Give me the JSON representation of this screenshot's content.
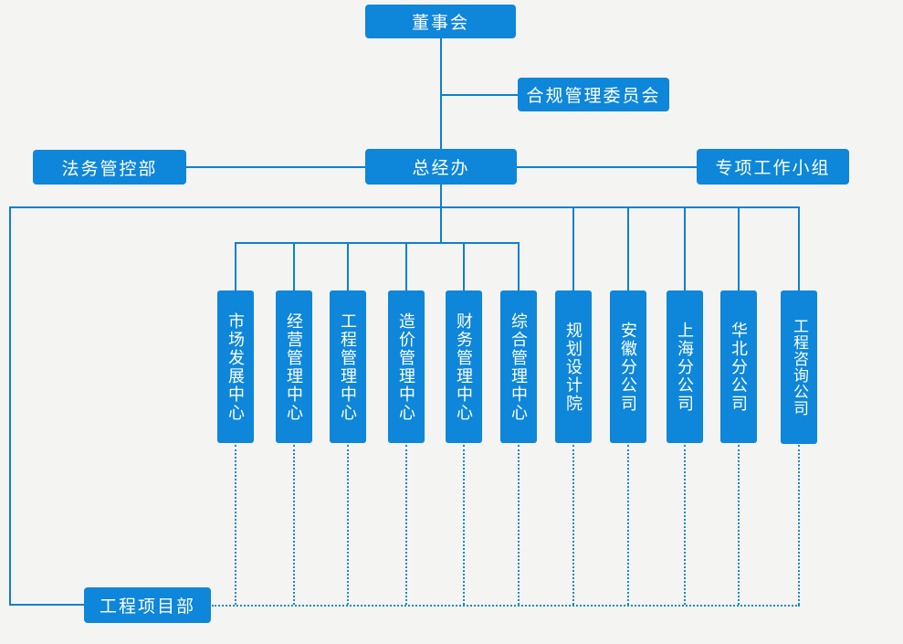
{
  "org_chart": {
    "nodes": {
      "board": "董事会",
      "compliance_committee": "合规管理委员会",
      "legal_control_dept": "法务管控部",
      "general_manager_office": "总经办",
      "special_work_group": "专项工作小组",
      "engineering_project_dept": "工程项目部"
    },
    "departments": [
      "市场发展中心",
      "经营管理中心",
      "工程管理中心",
      "造价管理中心",
      "财务管理中心",
      "综合管理中心",
      "规划设计院",
      "安徽分公司",
      "上海分公司",
      "华北分公司",
      "工程咨询公司"
    ]
  },
  "colors": {
    "node_fill": "#0e86d9",
    "node_text": "#ffffff",
    "solid_connector": "#0d80d0",
    "dotted_connector": "#1b8ac0",
    "background": "#f4f4f2"
  }
}
